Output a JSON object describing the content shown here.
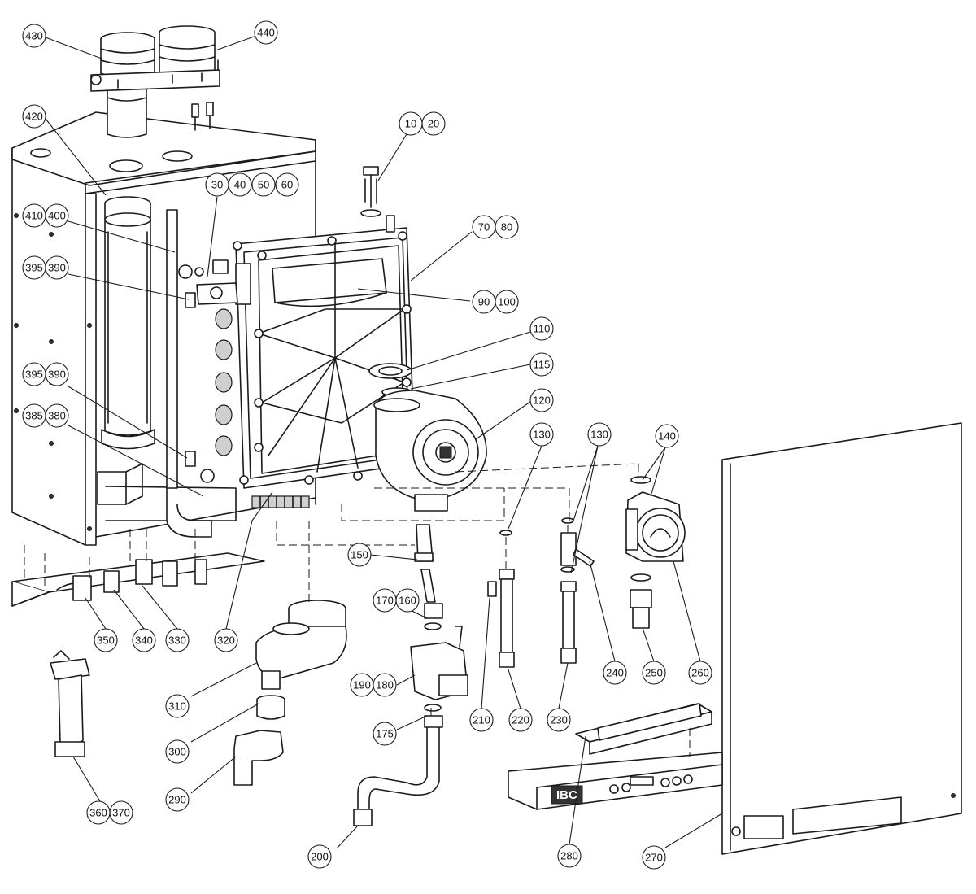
{
  "diagram": {
    "callouts": [
      {
        "id": "c10",
        "label": "10"
      },
      {
        "id": "c20",
        "label": "20"
      },
      {
        "id": "c30",
        "label": "30"
      },
      {
        "id": "c40",
        "label": "40"
      },
      {
        "id": "c50",
        "label": "50"
      },
      {
        "id": "c60",
        "label": "60"
      },
      {
        "id": "c70",
        "label": "70"
      },
      {
        "id": "c80",
        "label": "80"
      },
      {
        "id": "c90",
        "label": "90"
      },
      {
        "id": "c100",
        "label": "100"
      },
      {
        "id": "c110",
        "label": "110"
      },
      {
        "id": "c115",
        "label": "115"
      },
      {
        "id": "c120",
        "label": "120"
      },
      {
        "id": "c130a",
        "label": "130"
      },
      {
        "id": "c130b",
        "label": "130"
      },
      {
        "id": "c140",
        "label": "140"
      },
      {
        "id": "c150",
        "label": "150"
      },
      {
        "id": "c160",
        "label": "160"
      },
      {
        "id": "c170",
        "label": "170"
      },
      {
        "id": "c175",
        "label": "175"
      },
      {
        "id": "c180",
        "label": "180"
      },
      {
        "id": "c190",
        "label": "190"
      },
      {
        "id": "c200",
        "label": "200"
      },
      {
        "id": "c210",
        "label": "210"
      },
      {
        "id": "c220",
        "label": "220"
      },
      {
        "id": "c230",
        "label": "230"
      },
      {
        "id": "c240",
        "label": "240"
      },
      {
        "id": "c250",
        "label": "250"
      },
      {
        "id": "c260",
        "label": "260"
      },
      {
        "id": "c270",
        "label": "270"
      },
      {
        "id": "c280",
        "label": "280"
      },
      {
        "id": "c290",
        "label": "290"
      },
      {
        "id": "c300",
        "label": "300"
      },
      {
        "id": "c310",
        "label": "310"
      },
      {
        "id": "c320",
        "label": "320"
      },
      {
        "id": "c330",
        "label": "330"
      },
      {
        "id": "c340",
        "label": "340"
      },
      {
        "id": "c350",
        "label": "350"
      },
      {
        "id": "c360",
        "label": "360"
      },
      {
        "id": "c370",
        "label": "370"
      },
      {
        "id": "c380",
        "label": "380"
      },
      {
        "id": "c385",
        "label": "385"
      },
      {
        "id": "c390a",
        "label": "390"
      },
      {
        "id": "c395a",
        "label": "395"
      },
      {
        "id": "c390b",
        "label": "390"
      },
      {
        "id": "c395b",
        "label": "395"
      },
      {
        "id": "c400",
        "label": "400"
      },
      {
        "id": "c410",
        "label": "410"
      },
      {
        "id": "c420",
        "label": "420"
      },
      {
        "id": "c430",
        "label": "430"
      },
      {
        "id": "c440",
        "label": "440"
      }
    ],
    "control_panel": {
      "logo_text": "IBC"
    }
  }
}
